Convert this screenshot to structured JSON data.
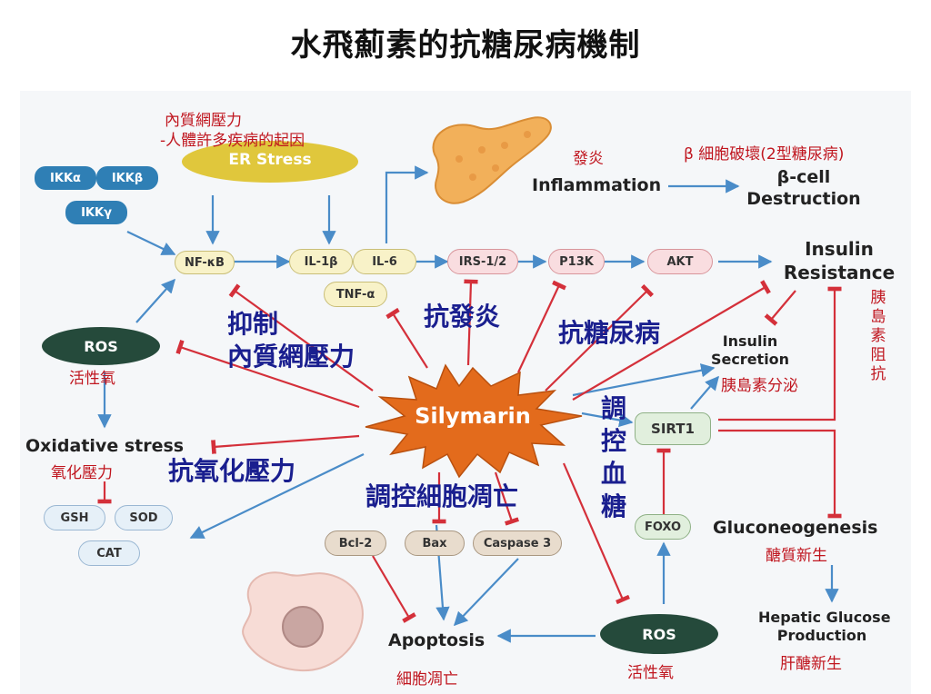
{
  "title": "水飛薊素的抗糖尿病機制",
  "center_node": "Silymarin",
  "nodes": {
    "ikka": "IKKα",
    "ikkb": "IKKβ",
    "ikky": "IKKγ",
    "er_stress": "ER Stress",
    "nfkb": "NF-κB",
    "il1b": "IL-1β",
    "il6": "IL-6",
    "tnfa": "TNF-α",
    "irs": "IRS-1/2",
    "p13k": "P13K",
    "akt": "AKT",
    "ros_top": "ROS",
    "ros_bottom": "ROS",
    "gsh": "GSH",
    "sod": "SOD",
    "cat": "CAT",
    "bcl2": "Bcl-2",
    "bax": "Bax",
    "caspase3": "Caspase 3",
    "sirt1": "SIRT1",
    "foxo": "FOXO"
  },
  "labels_en": {
    "inflammation": "Inflammation",
    "bcell_line1": "β-cell",
    "bcell_line2": "Destruction",
    "ir_line1": "Insulin",
    "ir_line2": "Resistance",
    "is_line1": "Insulin",
    "is_line2": "Secretion",
    "oxidative": "Oxidative stress",
    "gluconeo": "Gluconeogenesis",
    "hgp_line1": "Hepatic Glucose",
    "hgp_line2": "Production",
    "apoptosis": "Apoptosis"
  },
  "labels_zh_red": {
    "er_line1": "內質網壓力",
    "er_line2": "-人體許多疾病的起因",
    "inflammation": "發炎",
    "bcell": "β 細胞破壞(2型糖尿病)",
    "ros_top": "活性氧",
    "oxidative": "氧化壓力",
    "is": "胰島素分泌",
    "ir_vertical": "胰島素阻抗",
    "gluconeo": "醣質新生",
    "hgp": "肝醣新生",
    "apoptosis": "細胞凋亡",
    "ros_bottom": "活性氧"
  },
  "labels_zh_navy": {
    "inhibit_er_line1": "抑制",
    "inhibit_er_line2": "內質網壓力",
    "anti_inflammation": "抗發炎",
    "anti_diabetes": "抗糖尿病",
    "antioxidant": "抗氧化壓力",
    "regulate_apoptosis": "調控細胞凋亡",
    "regulate_glucose": "調控血糖"
  },
  "colors": {
    "activate": "#4a8cc8",
    "inhibit": "#d4303a",
    "center": "#e36b1c"
  },
  "icons": [
    "pancreas-icon",
    "cell-icon"
  ]
}
